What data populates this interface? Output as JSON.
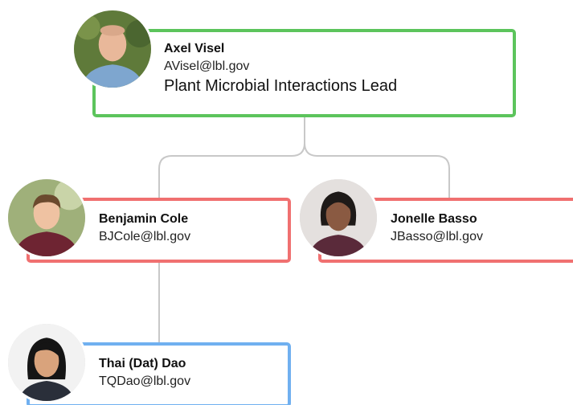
{
  "accent_colors": {
    "lead": "#5cc45c",
    "reports": "#f07070",
    "sub_reports": "#70b0f0",
    "connector": "#c8c8c8"
  },
  "people": {
    "axel": {
      "name": "Axel Visel",
      "email": "AVisel@lbl.gov",
      "title": "Plant Microbial Interactions Lead",
      "avatar_icon": "person-photo-icon"
    },
    "benjamin": {
      "name": "Benjamin Cole",
      "email": "BJCole@lbl.gov",
      "avatar_icon": "person-photo-icon"
    },
    "jonelle": {
      "name": "Jonelle Basso",
      "email": "JBasso@lbl.gov",
      "avatar_icon": "person-photo-icon"
    },
    "thai": {
      "name": "Thai (Dat) Dao",
      "email": "TQDao@lbl.gov",
      "avatar_icon": "person-photo-icon"
    }
  }
}
